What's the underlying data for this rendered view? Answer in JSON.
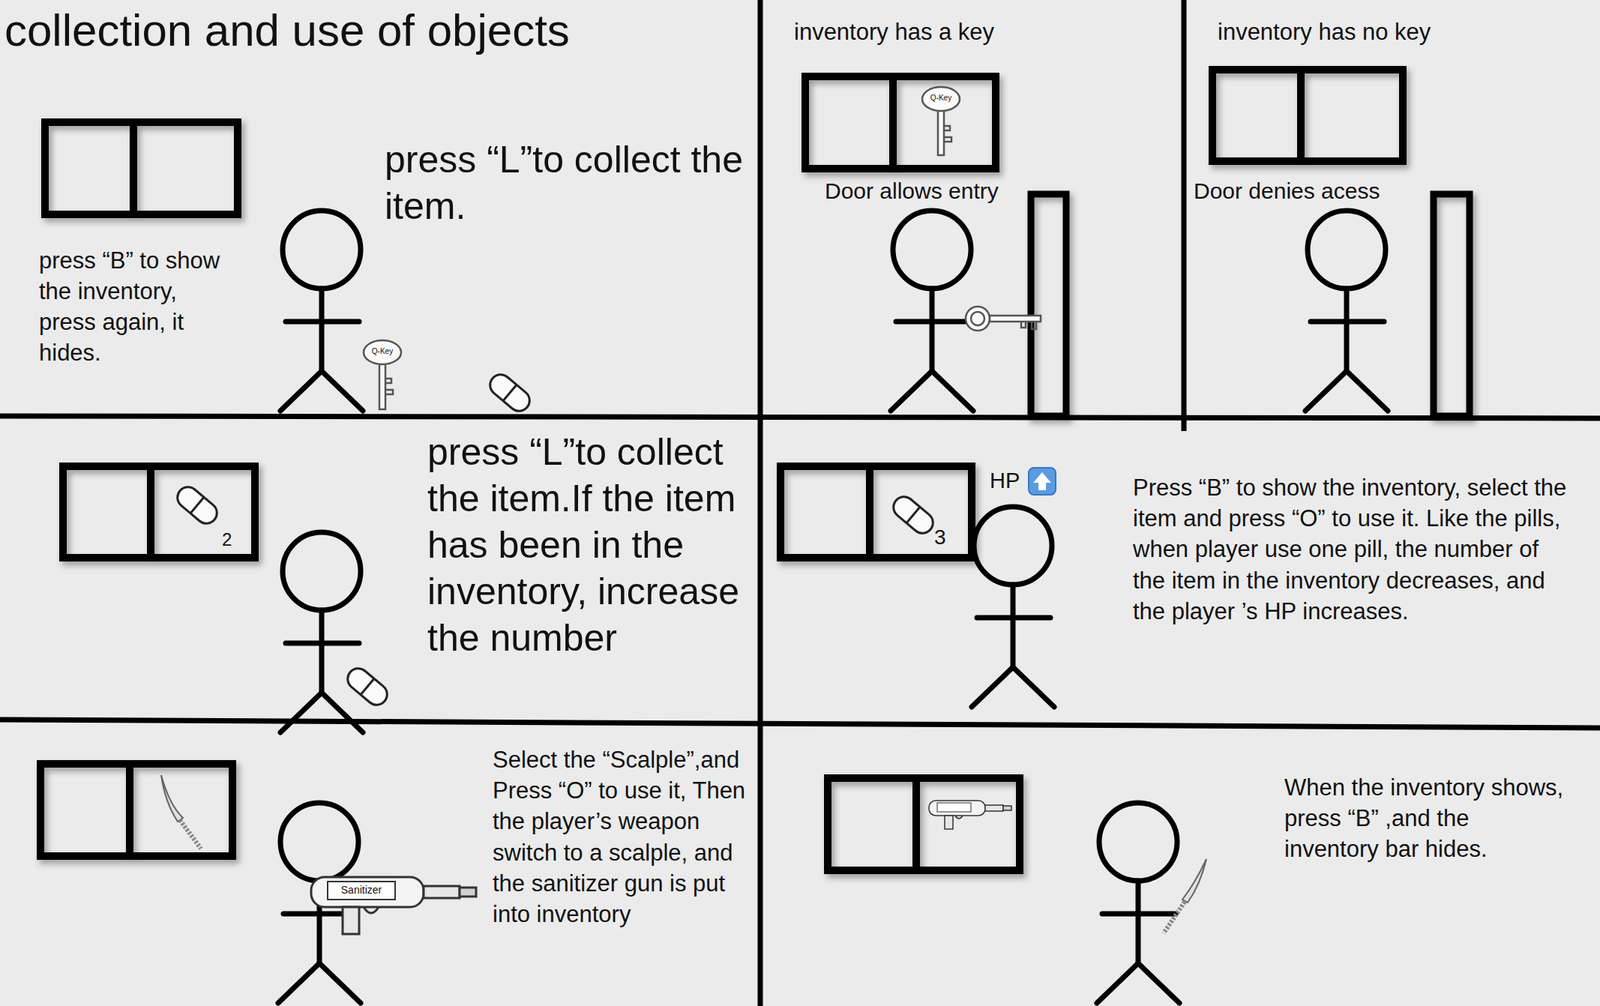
{
  "diagram": {
    "title": "collection and use of objects",
    "labels": [
      "press “B” to show the inventory, press again, it hides.",
      "press “L”to collect the item.",
      "Q-Key",
      "inventory has a key",
      "Q-Key",
      "Door allows entry",
      "inventory has no key",
      "Door denies acess",
      "press “L”to collect the item.If the item has been in the inventory, increase the number",
      "2",
      "HP",
      "3",
      "Press “B” to show the inventory, select the item and press “O” to use it. Like the pills, when player use one pill, the number of the item in the inventory decreases, and the player ’s HP increases.",
      "Select the “Scalple”,and Press “O” to use it, Then the player’s weapon switch to a scalple, and the sanitizer gun is put into inventory",
      "Sanitizer",
      "When the inventory shows, press “B” ,and the inventory bar hides."
    ]
  }
}
